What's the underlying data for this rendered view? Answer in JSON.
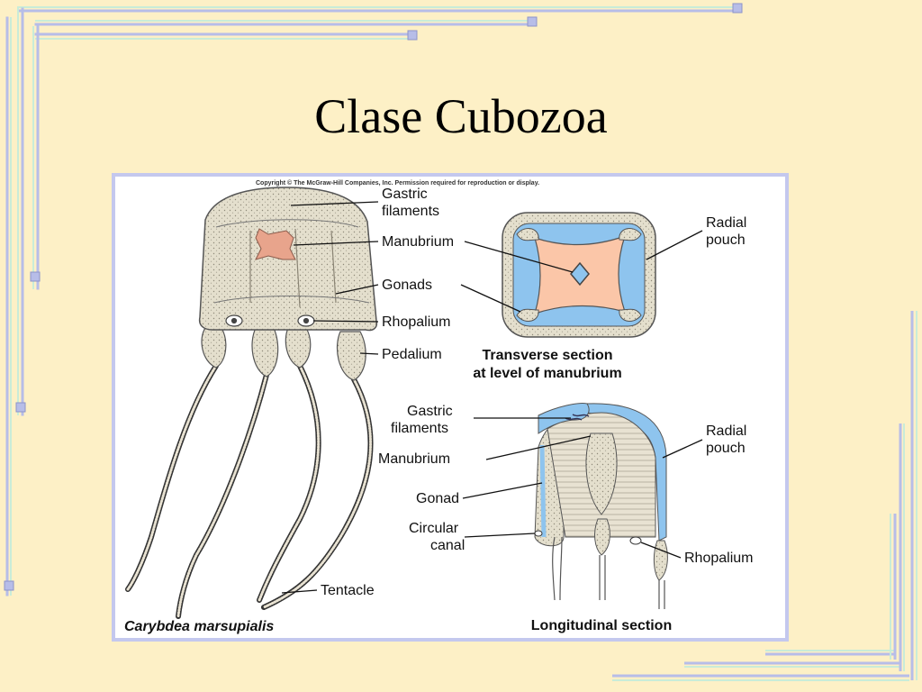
{
  "slide": {
    "title": "Clase Cubozoa",
    "background": "#fdf0c6",
    "accent": "#b7bde8"
  },
  "figure": {
    "copyright": "Copyright © The McGraw-Hill Companies, Inc. Permission required for reproduction or display.",
    "species": "Carybdea marsupialis",
    "left_labels": {
      "gastric_filaments": [
        "Gastric",
        "filaments"
      ],
      "manubrium": "Manubrium",
      "gonads": "Gonads",
      "rhopalium": "Rhopalium",
      "pedalium": "Pedalium",
      "tentacle": "Tentacle"
    },
    "transverse": {
      "heading": [
        "Transverse section",
        "at level of manubrium"
      ],
      "radial_pouch": [
        "Radial",
        "pouch"
      ]
    },
    "longitudinal": {
      "heading": "Longitudinal section",
      "gastric_filaments": [
        "Gastric",
        "filaments"
      ],
      "manubrium": "Manubrium",
      "gonad": "Gonad",
      "circular_canal": [
        "Circular",
        "canal"
      ],
      "radial_pouch": [
        "Radial",
        "pouch"
      ],
      "rhopalium": "Rhopalium"
    },
    "colors": {
      "bell": "#e4dfcd",
      "manubrium": "#e8a48c",
      "pouch": "#8ec4ee",
      "center": "#fbc6a8",
      "stipple": "#9a9484"
    }
  }
}
